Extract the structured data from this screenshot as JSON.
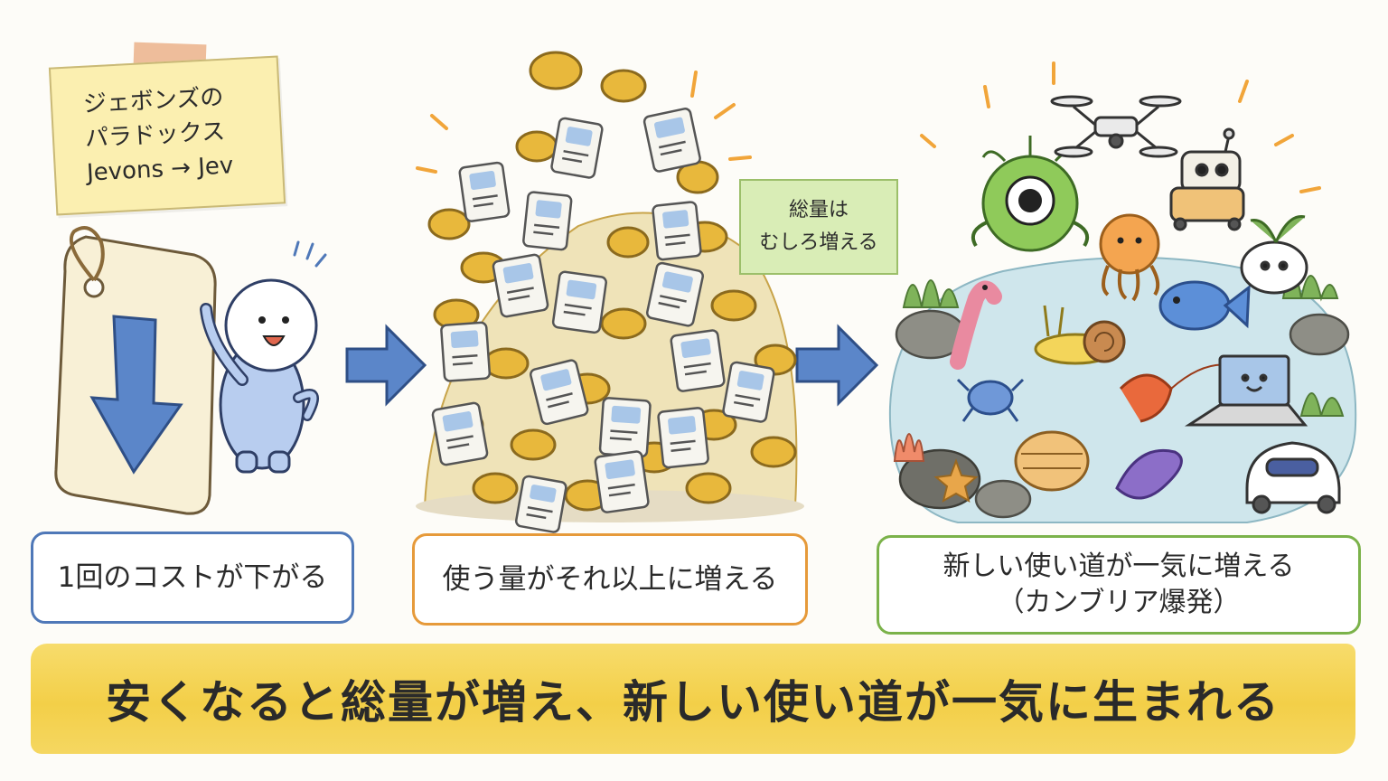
{
  "note": {
    "line1": "ジェボンズの",
    "line2": "パラドックス",
    "line3": "Jevons → Jev"
  },
  "side_note": {
    "line1": "総量は",
    "line2": "むしろ増える"
  },
  "steps": [
    {
      "lines": [
        "1回のコストが下がる"
      ]
    },
    {
      "lines": [
        "使う量がそれ以上に増える"
      ]
    },
    {
      "lines": [
        "新しい使い道が一気に増える",
        "（カンブリア爆発）"
      ]
    }
  ],
  "banner": {
    "text": "安くなると総量が増え、新しい使い道が一気に生まれる"
  },
  "colors": {
    "arrow_blue": "#5b86c9",
    "coin_gold": "#e8b83c",
    "card_white": "#f6f5ef",
    "card_screen": "#a8c6e8",
    "banner_yellow": "#f3cf48",
    "step1_border": "#4f78b8",
    "step2_border": "#e69a3a",
    "step3_border": "#7bb24a"
  },
  "icons": [
    "price-tag-icon",
    "down-arrow-icon",
    "stick-figure-icon",
    "right-arrow-icon",
    "coin-icon",
    "card-icon",
    "creature-icon",
    "drone-icon",
    "robot-icon",
    "laptop-icon"
  ]
}
